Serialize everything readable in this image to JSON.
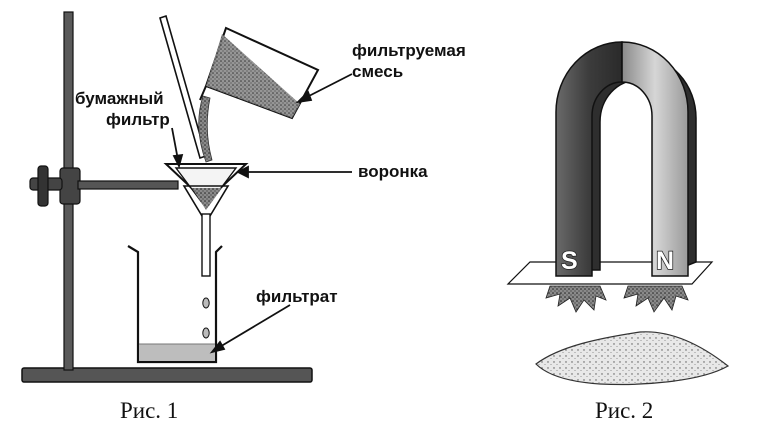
{
  "figure1": {
    "caption": "Рис. 1",
    "labels": {
      "mixture_line1": "фильтруемая",
      "mixture_line2": "смесь",
      "filter_line1": "бумажный",
      "filter_line2": "фильтр",
      "funnel": "воронка",
      "filtrate": "фильтрат"
    },
    "icons": [
      "lab-stand-icon",
      "beaker-pouring-icon",
      "glass-rod-icon",
      "funnel-icon",
      "receiving-beaker-icon"
    ]
  },
  "figure2": {
    "caption": "Рис. 2",
    "poles": {
      "south": "S",
      "north": "N"
    },
    "icons": [
      "horseshoe-magnet-icon",
      "iron-filings-icon",
      "sand-pile-icon"
    ]
  },
  "colors": {
    "ink": "#111111",
    "magnet_dark": "#4a4a4a",
    "magnet_light": "#c8c8c8",
    "sand": "#e6e6e6",
    "liquid": "#bdbdbd"
  }
}
